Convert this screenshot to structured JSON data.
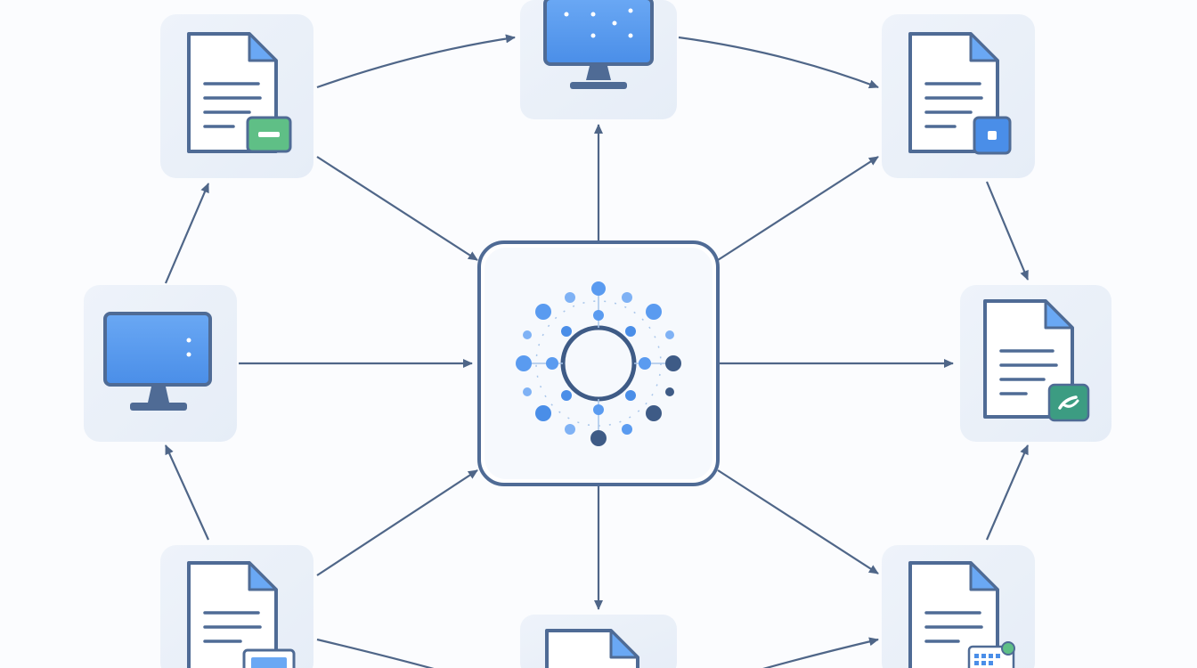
{
  "diagram": {
    "type": "network-flow",
    "hub": {
      "name": "central-hub",
      "icon": "network-cluster-icon"
    },
    "nodes": [
      {
        "id": "doc-top-left",
        "icon": "document-icon",
        "badge": "minus-badge-icon"
      },
      {
        "id": "monitor-top",
        "icon": "monitor-icon",
        "badge": ""
      },
      {
        "id": "doc-top-right",
        "icon": "document-icon",
        "badge": "dot-badge-icon"
      },
      {
        "id": "monitor-left",
        "icon": "monitor-icon",
        "badge": ""
      },
      {
        "id": "doc-right",
        "icon": "document-icon",
        "badge": "link-badge-icon"
      },
      {
        "id": "doc-bottom-left",
        "icon": "document-icon",
        "badge": "window-badge-icon"
      },
      {
        "id": "doc-bottom",
        "icon": "document-icon",
        "badge": ""
      },
      {
        "id": "doc-bottom-right",
        "icon": "document-icon",
        "badge": "grid-badge-icon"
      }
    ],
    "edges": [
      {
        "from": "monitor-left",
        "to": "central-hub"
      },
      {
        "from": "central-hub",
        "to": "doc-right"
      },
      {
        "from": "central-hub",
        "to": "monitor-top"
      },
      {
        "from": "central-hub",
        "to": "doc-bottom"
      },
      {
        "from": "doc-top-left",
        "to": "central-hub"
      },
      {
        "from": "central-hub",
        "to": "doc-top-right"
      },
      {
        "from": "doc-bottom-left",
        "to": "central-hub"
      },
      {
        "from": "central-hub",
        "to": "doc-bottom-right"
      },
      {
        "from": "doc-top-left",
        "to": "monitor-top"
      },
      {
        "from": "monitor-top",
        "to": "doc-top-right"
      },
      {
        "from": "doc-top-right",
        "to": "doc-right"
      },
      {
        "from": "doc-bottom-right",
        "to": "doc-right"
      },
      {
        "from": "monitor-left",
        "to": "doc-top-left"
      },
      {
        "from": "doc-bottom-left",
        "to": "monitor-left"
      },
      {
        "from": "doc-bottom-left",
        "to": "doc-bottom"
      },
      {
        "from": "doc-bottom",
        "to": "doc-bottom-right"
      }
    ],
    "colors": {
      "background": "#fbfcfe",
      "tile": "#eef3fa",
      "stroke": "#4f6b95",
      "arrow": "#4f6688",
      "accent_blue": "#5a9bf0",
      "accent_green": "#5fbf86",
      "accent_teal": "#3c9c82",
      "node_dark": "#3e5b86"
    }
  }
}
